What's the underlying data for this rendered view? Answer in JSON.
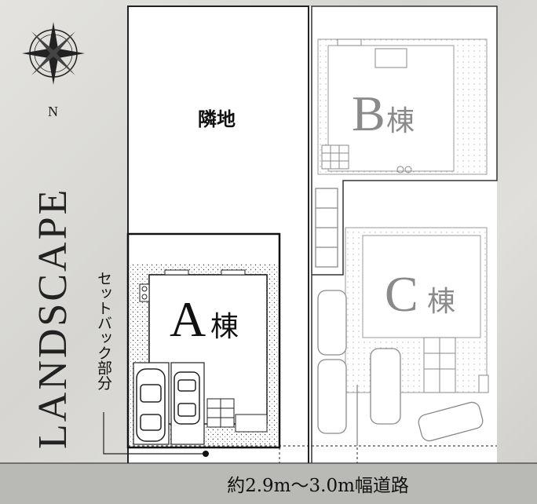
{
  "site_plan": {
    "title": "LANDSCAPE",
    "north_label": "N",
    "neighbor_label": "隣地",
    "setback_label": "セットバック部分",
    "road_label": "約2.9m〜3.0m幅道路",
    "buildings": [
      {
        "letter": "A",
        "suffix": "棟",
        "highlighted": true
      },
      {
        "letter": "B",
        "suffix": "棟",
        "highlighted": false
      },
      {
        "letter": "C",
        "suffix": "棟",
        "highlighted": false
      }
    ]
  },
  "colors": {
    "highlight": "#111111",
    "muted": "#8a8a8a",
    "outline": "#222222",
    "road": "#b9b9b6"
  }
}
